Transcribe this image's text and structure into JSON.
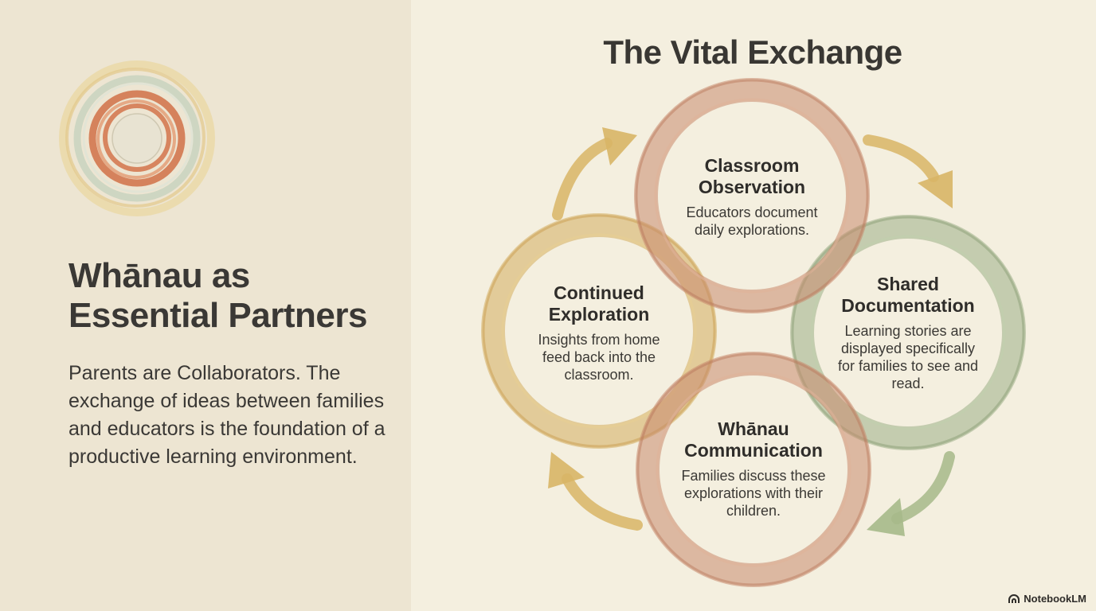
{
  "left": {
    "heading_line1": "Whānau as",
    "heading_line2": "Essential Partners",
    "description": "Parents are Collaborators. The exchange of ideas between families and educators is the foundation of a productive learning environment."
  },
  "diagram": {
    "title": "The Vital Exchange",
    "nodes": [
      {
        "id": "top",
        "title_line1": "Classroom",
        "title_line2": "Observation",
        "body": "Educators document daily explorations.",
        "color": "#c98a6e"
      },
      {
        "id": "right",
        "title_line1": "Shared",
        "title_line2": "Documentation",
        "body": "Learning stories are displayed specifically for families to see and read.",
        "color": "#9caf86"
      },
      {
        "id": "bottom",
        "title_line1": "Whānau",
        "title_line2": "Communication",
        "body": "Families discuss these explorations with their children.",
        "color": "#c98a6e"
      },
      {
        "id": "left",
        "title_line1": "Continued",
        "title_line2": "Exploration",
        "body": "Insights from home feed back into the classroom.",
        "color": "#d4ad5e"
      }
    ],
    "arrow_colors": {
      "gold": "#d8b566",
      "green": "#a6b98a"
    }
  },
  "brand": {
    "label": "NotebookLM"
  },
  "colors": {
    "terracotta": "#d0764f",
    "sage": "#b4c3a6",
    "gold": "#d8b566",
    "text": "#3a3835"
  }
}
